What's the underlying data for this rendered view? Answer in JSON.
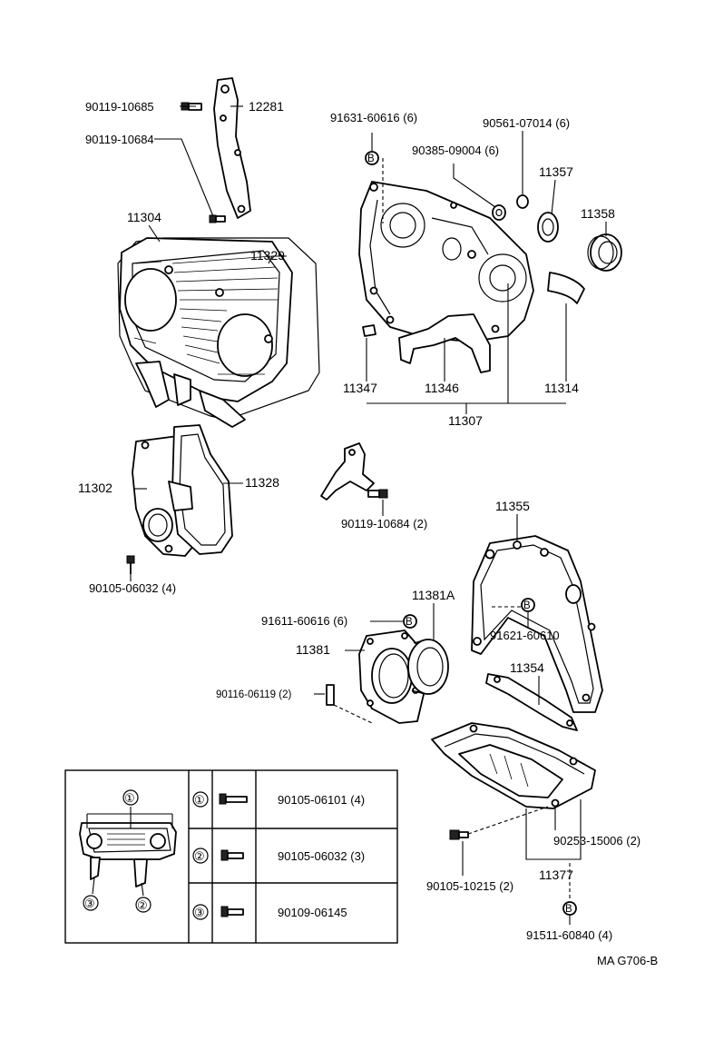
{
  "callouts": {
    "c12281": "12281",
    "c90119_10685": "90119-10685",
    "c90119_10684a": "90119-10684",
    "c11304": "11304",
    "c11329": "11329",
    "c91631": "91631-60616  (6)",
    "c90561": "90561-07014  (6)",
    "c90385": "90385-09004  (6)",
    "c11357": "11357",
    "c11358": "11358",
    "c11347": "11347",
    "c11346": "11346",
    "c11314": "11314",
    "c11307": "11307",
    "c11302": "11302",
    "c11328": "11328",
    "c90105_06032": "90105-06032  (4)",
    "c90119_10684b": "90119-10684  (2)",
    "c11355": "11355",
    "c11381A": "11381A",
    "c91611": "91611-60616  (6)",
    "c91621": "91621-60610",
    "c11381": "11381",
    "c90116": "90116-06119  (2)",
    "c11354": "11354",
    "c90253": "90253-15006  (2)",
    "c90105_10215": "90105-10215  (2)",
    "c11377": "11377",
    "c91511": "91511-60840  (4)",
    "b_marker": "B"
  },
  "legend": {
    "rows": [
      {
        "marker": "①",
        "part": "90105-06101  (4)"
      },
      {
        "marker": "②",
        "part": "90105-06032  (3)"
      },
      {
        "marker": "③",
        "part": "90109-06145"
      }
    ],
    "inset_markers": [
      "①",
      "②",
      "③"
    ]
  },
  "footer": {
    "code": "MA  G706-B"
  }
}
